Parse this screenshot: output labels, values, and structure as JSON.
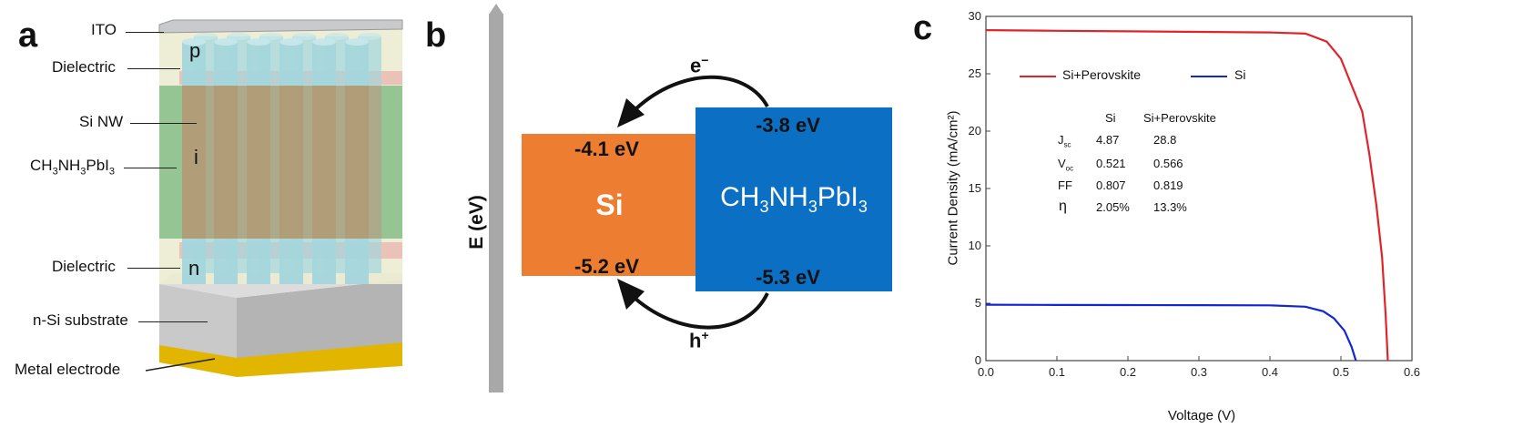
{
  "panel_a": {
    "letter": "a",
    "labels": {
      "ito": "ITO",
      "dielectric_top": "Dielectric",
      "si_nw": "Si  NW",
      "perovskite_main": "CH",
      "perovskite_sub1": "3",
      "perovskite_mid": "NH",
      "perovskite_sub2": "3",
      "perovskite_end": "PbI",
      "perovskite_sub3": "3",
      "dielectric_bottom": "Dielectric",
      "substrate": "n-Si substrate",
      "electrode": "Metal electrode"
    },
    "layer_letters": {
      "p": "p",
      "i": "i",
      "n": "n"
    }
  },
  "panel_b": {
    "letter": "b",
    "axis_label": "E (eV)",
    "electron": "e",
    "electron_sup": "−",
    "hole": "h",
    "hole_sup": "+",
    "si_label": "Si",
    "si_top": "-4.1 eV",
    "si_bottom": "-5.2 eV",
    "pero_label_main": "CH",
    "pero_sub1": "3",
    "pero_mid": "NH",
    "pero_sub2": "3",
    "pero_end": "PbI",
    "pero_sub3": "3",
    "pero_top": "-3.8 eV",
    "pero_bottom": "-5.3 eV",
    "colors": {
      "si": "#ed7d31",
      "perovskite": "#0b6fc4",
      "axis": "#a8a8a8"
    }
  },
  "panel_c": {
    "letter": "c",
    "table": {
      "headers": [
        "",
        "Si",
        "Si+Perovskite"
      ],
      "rows": [
        {
          "label": "J",
          "sub": "sc",
          "si": "4.87",
          "pero": "28.8"
        },
        {
          "label": "V",
          "sub": "oc",
          "si": "0.521",
          "pero": "0.566"
        },
        {
          "label": "FF",
          "sub": "",
          "si": "0.807",
          "pero": "0.819"
        },
        {
          "label": "η",
          "sub": "",
          "si": "2.05%",
          "pero": "13.3%"
        }
      ]
    }
  },
  "chart_data": {
    "type": "line",
    "xlabel": "Voltage (V)",
    "ylabel": "Current Density (mA/cm²)",
    "xlim": [
      0,
      0.6
    ],
    "ylim": [
      0,
      30
    ],
    "xticks": [
      "0.0",
      "0.1",
      "0.2",
      "0.3",
      "0.4",
      "0.5",
      "0.6"
    ],
    "yticks": [
      "0",
      "5",
      "10",
      "15",
      "20",
      "25",
      "30"
    ],
    "legend_position": "top-left",
    "series": [
      {
        "name": "Si+Perovskite",
        "color": "#e0242c",
        "x": [
          0.0,
          0.1,
          0.2,
          0.3,
          0.4,
          0.45,
          0.48,
          0.5,
          0.515,
          0.53,
          0.54,
          0.55,
          0.558,
          0.563,
          0.566
        ],
        "y": [
          28.8,
          28.75,
          28.7,
          28.65,
          28.6,
          28.5,
          27.8,
          26.3,
          24.0,
          21.7,
          18.0,
          13.5,
          9.0,
          4.0,
          0.0
        ]
      },
      {
        "name": "Si",
        "color": "#1326d6",
        "x": [
          0.0,
          0.1,
          0.2,
          0.3,
          0.4,
          0.45,
          0.475,
          0.49,
          0.505,
          0.515,
          0.521
        ],
        "y": [
          4.87,
          4.85,
          4.84,
          4.83,
          4.82,
          4.7,
          4.3,
          3.7,
          2.6,
          1.2,
          0.0
        ]
      }
    ]
  }
}
